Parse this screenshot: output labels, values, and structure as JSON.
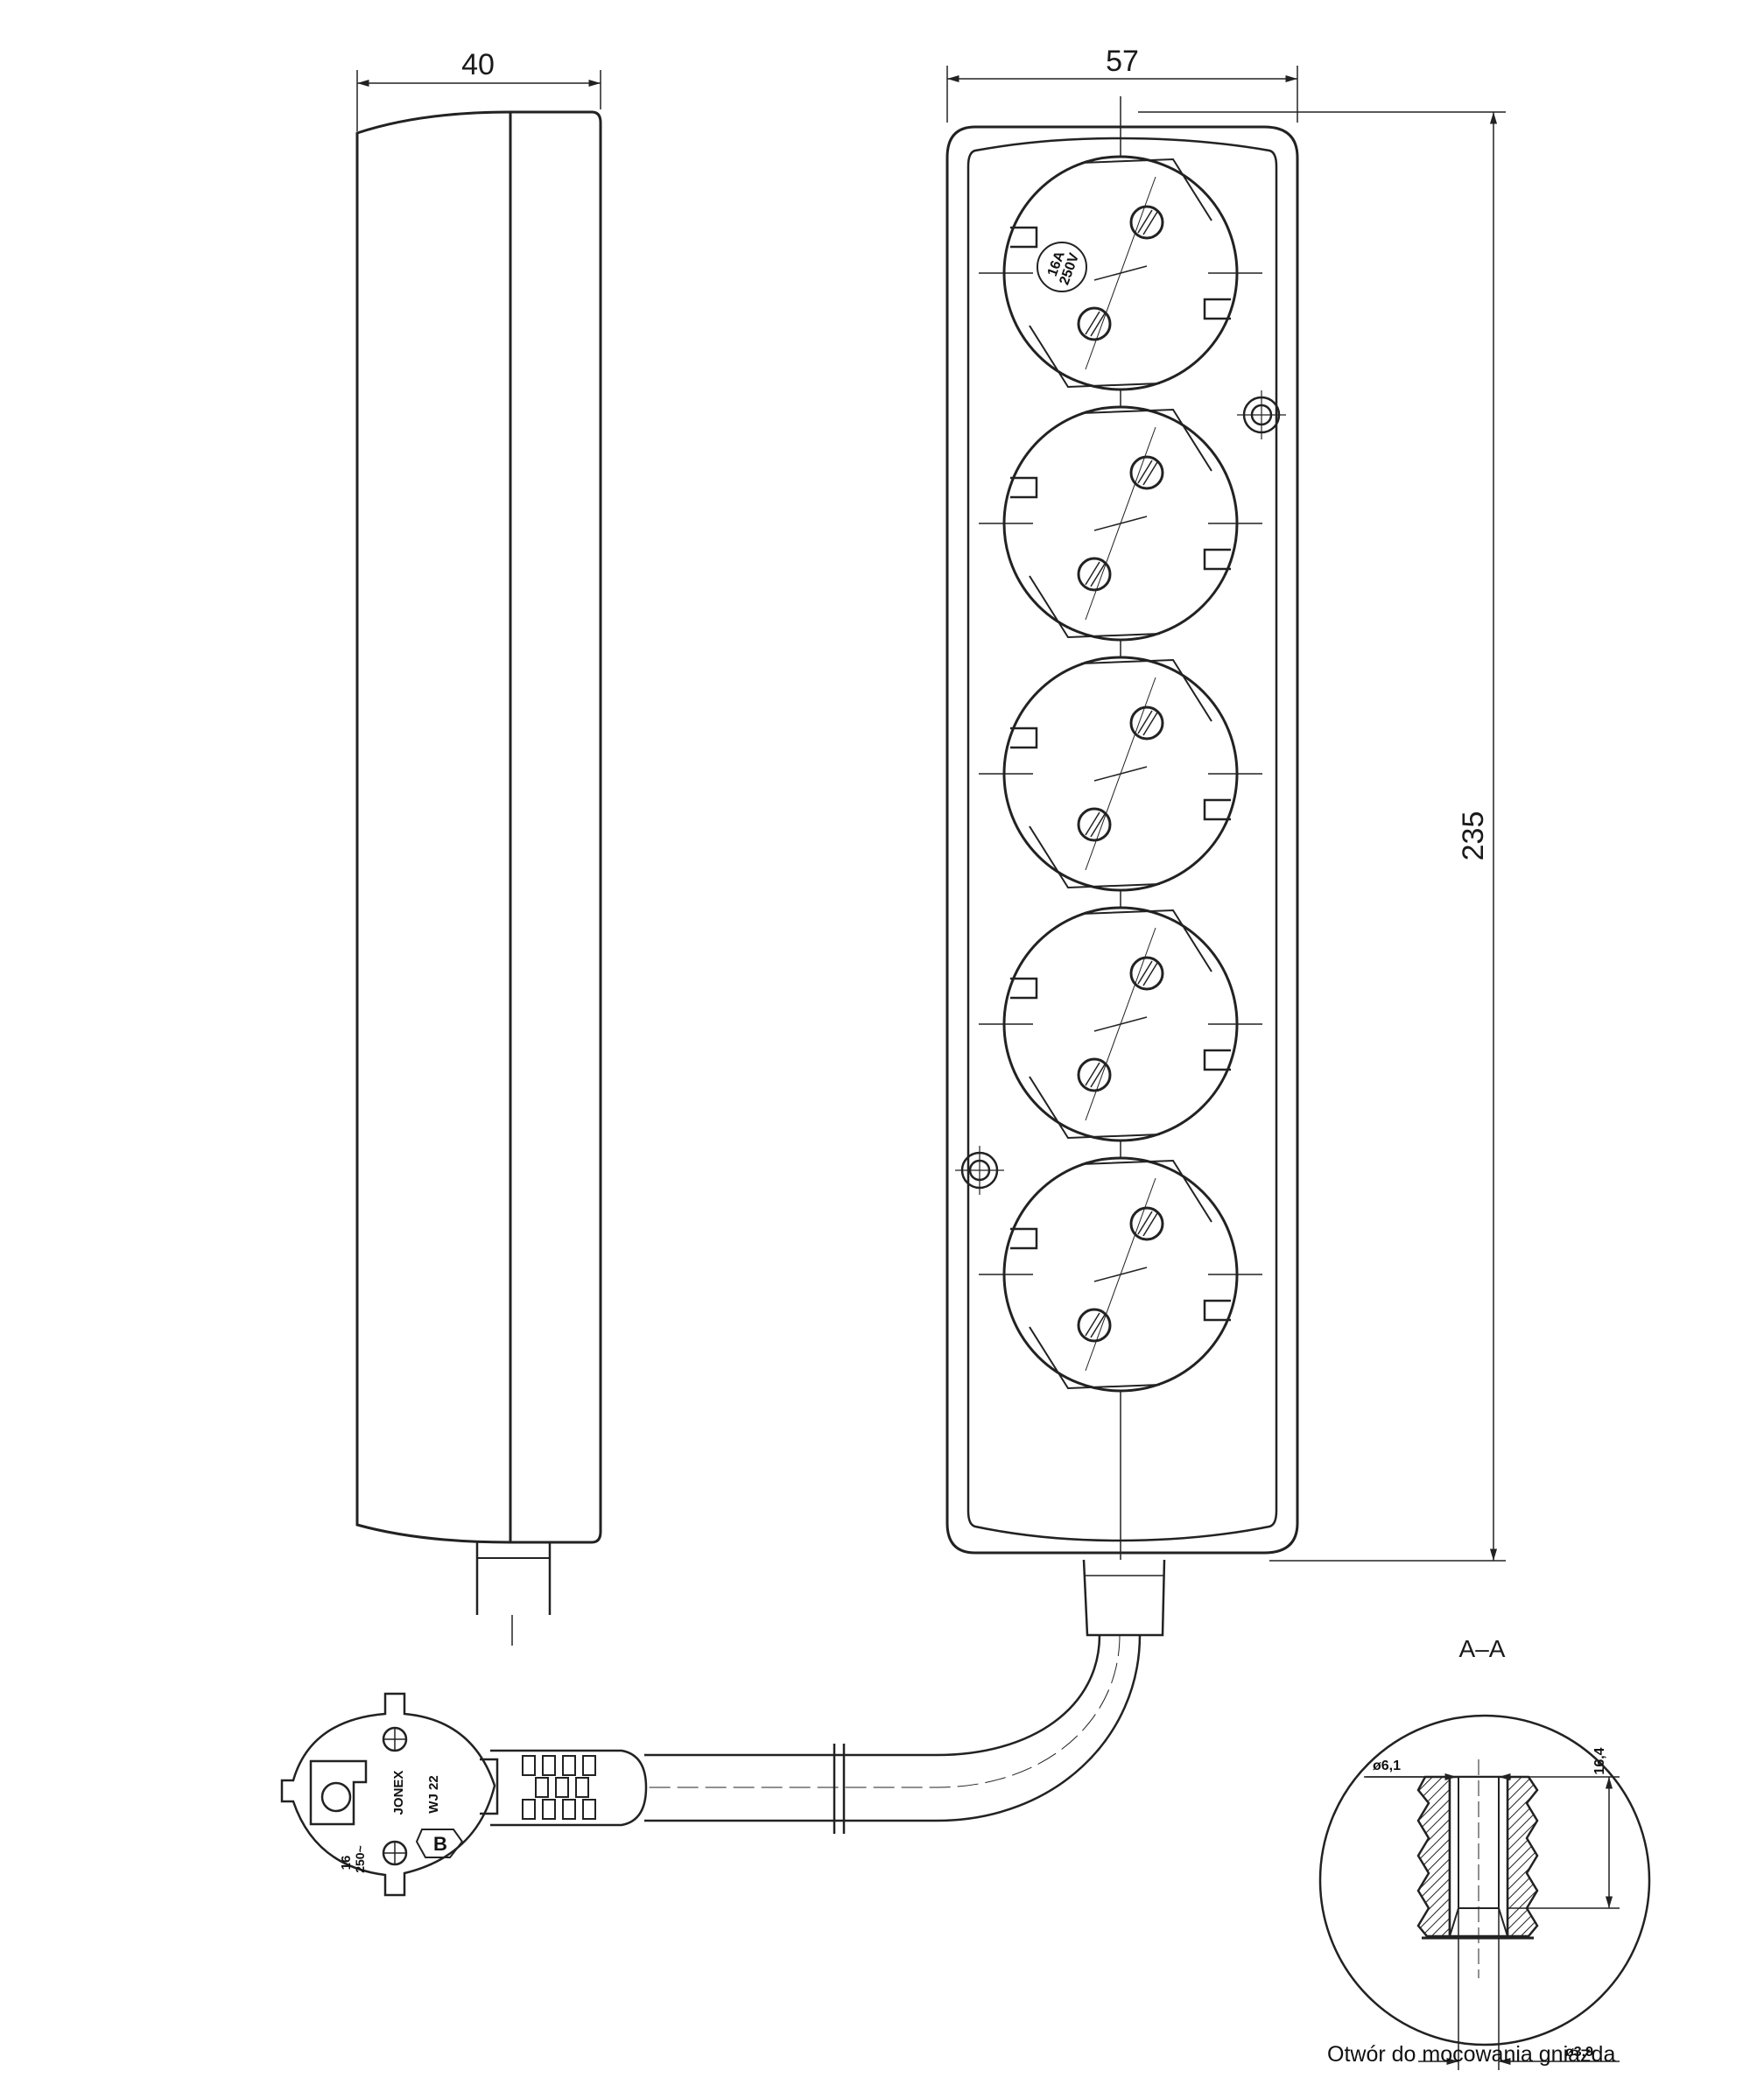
{
  "dimensions": {
    "side_width": "40",
    "front_width": "57",
    "length": "235"
  },
  "socket_rating": {
    "current": "16A",
    "voltage": "250V"
  },
  "plug_markings": {
    "brand": "JONEX",
    "rating_current": "16",
    "rating_voltage": "250~",
    "code": "WJ 22",
    "cert": "B"
  },
  "section": {
    "title": "A–A",
    "dia_top": "ø6,1",
    "dia_bottom": "ø3,9",
    "depth": "16,4",
    "caption": "Otwór do mocowania gniazda"
  },
  "socket_count": 5,
  "icons": [
    "socket-outlet-icon",
    "mounting-hole-icon",
    "schuko-plug-icon"
  ]
}
